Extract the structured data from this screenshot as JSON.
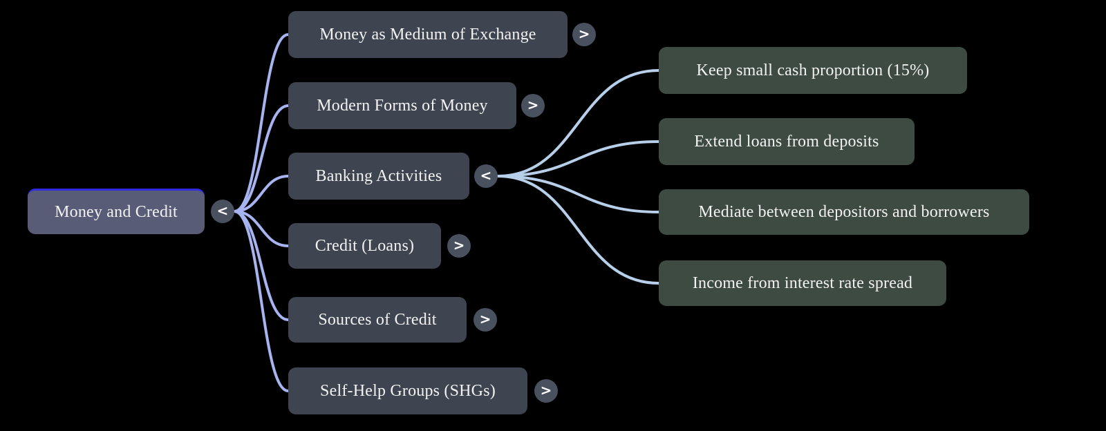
{
  "colors": {
    "background": "#000000",
    "root_fill": "#585c77",
    "root_accent": "#2e2be0",
    "branch_fill": "#3e4450",
    "child_fill": "#3d4b43",
    "toggle_fill": "#49505e",
    "text": "#f2f2f2",
    "root_link": "#a8b4f0",
    "banking_link": "#b7cfe9"
  },
  "root": {
    "label": "Money and Credit",
    "toggle": "<"
  },
  "branches": [
    {
      "label": "Money as Medium of Exchange",
      "toggle": ">"
    },
    {
      "label": "Modern Forms of Money",
      "toggle": ">"
    },
    {
      "label": "Banking Activities",
      "toggle": "<"
    },
    {
      "label": "Credit (Loans)",
      "toggle": ">"
    },
    {
      "label": "Sources of Credit",
      "toggle": ">"
    },
    {
      "label": "Self-Help Groups (SHGs)",
      "toggle": ">"
    }
  ],
  "banking_children": [
    {
      "label": "Keep small cash proportion (15%)"
    },
    {
      "label": "Extend loans from deposits"
    },
    {
      "label": "Mediate between depositors and borrowers"
    },
    {
      "label": "Income from interest rate spread"
    }
  ]
}
